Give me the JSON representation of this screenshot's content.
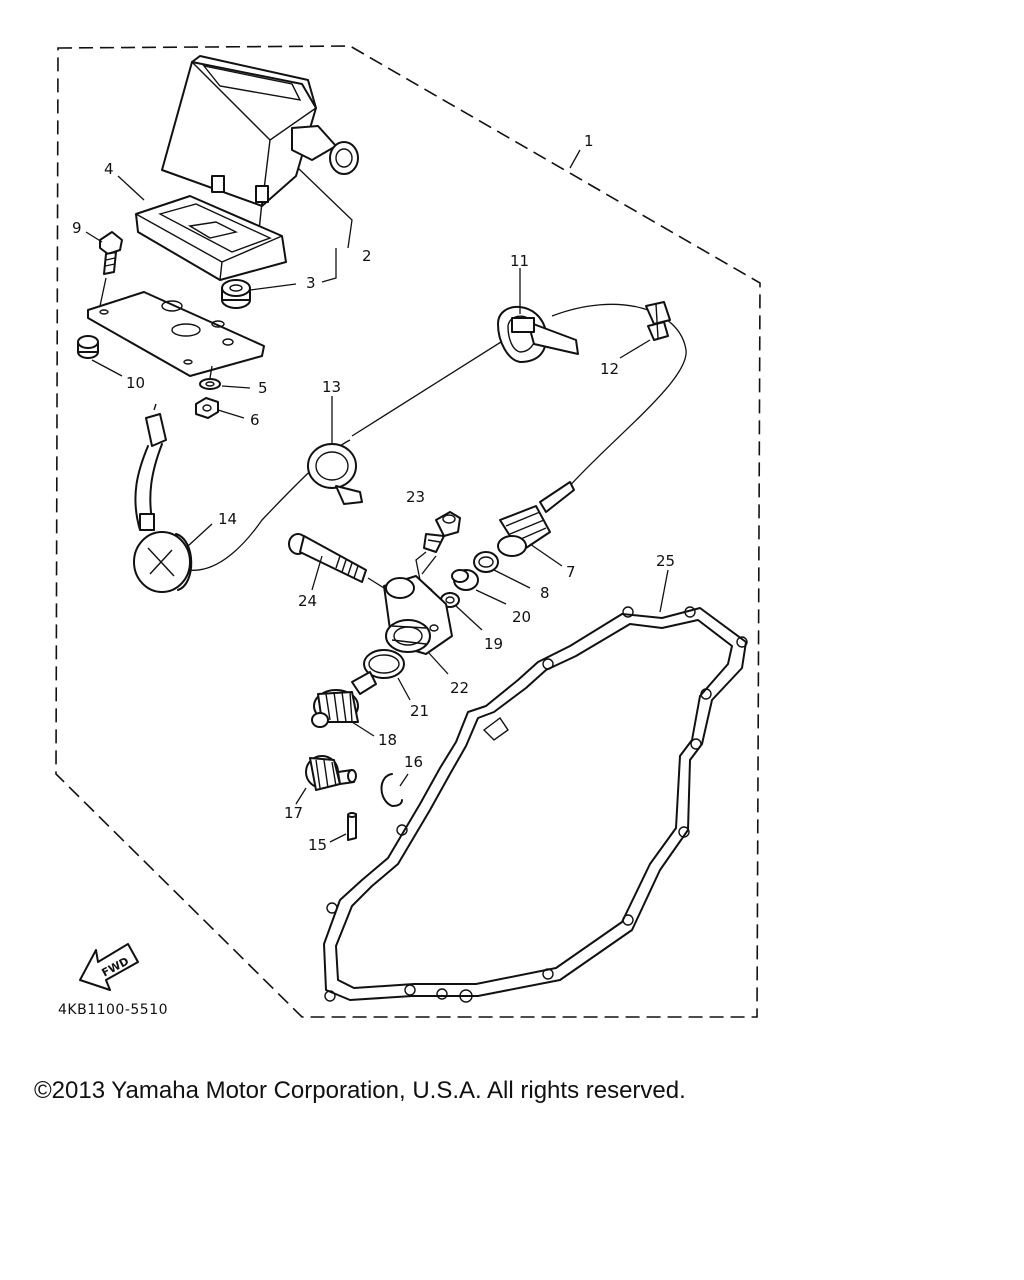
{
  "diagram": {
    "callouts": [
      {
        "id": "1",
        "label": "1"
      },
      {
        "id": "2",
        "label": "2"
      },
      {
        "id": "3",
        "label": "3"
      },
      {
        "id": "4",
        "label": "4"
      },
      {
        "id": "5",
        "label": "5"
      },
      {
        "id": "6",
        "label": "6"
      },
      {
        "id": "7",
        "label": "7"
      },
      {
        "id": "8",
        "label": "8"
      },
      {
        "id": "9",
        "label": "9"
      },
      {
        "id": "10",
        "label": "10"
      },
      {
        "id": "11",
        "label": "11"
      },
      {
        "id": "12",
        "label": "12"
      },
      {
        "id": "13",
        "label": "13"
      },
      {
        "id": "14",
        "label": "14"
      },
      {
        "id": "15",
        "label": "15"
      },
      {
        "id": "16",
        "label": "16"
      },
      {
        "id": "17",
        "label": "17"
      },
      {
        "id": "18",
        "label": "18"
      },
      {
        "id": "19",
        "label": "19"
      },
      {
        "id": "20",
        "label": "20"
      },
      {
        "id": "21",
        "label": "21"
      },
      {
        "id": "22",
        "label": "22"
      },
      {
        "id": "23",
        "label": "23"
      },
      {
        "id": "24",
        "label": "24"
      },
      {
        "id": "25",
        "label": "25"
      }
    ],
    "fwd_label": "FWD",
    "drawing_code": "4KB1100-5510"
  },
  "footer": {
    "copyright": "©2013 Yamaha Motor Corporation, U.S.A. All rights reserved."
  }
}
